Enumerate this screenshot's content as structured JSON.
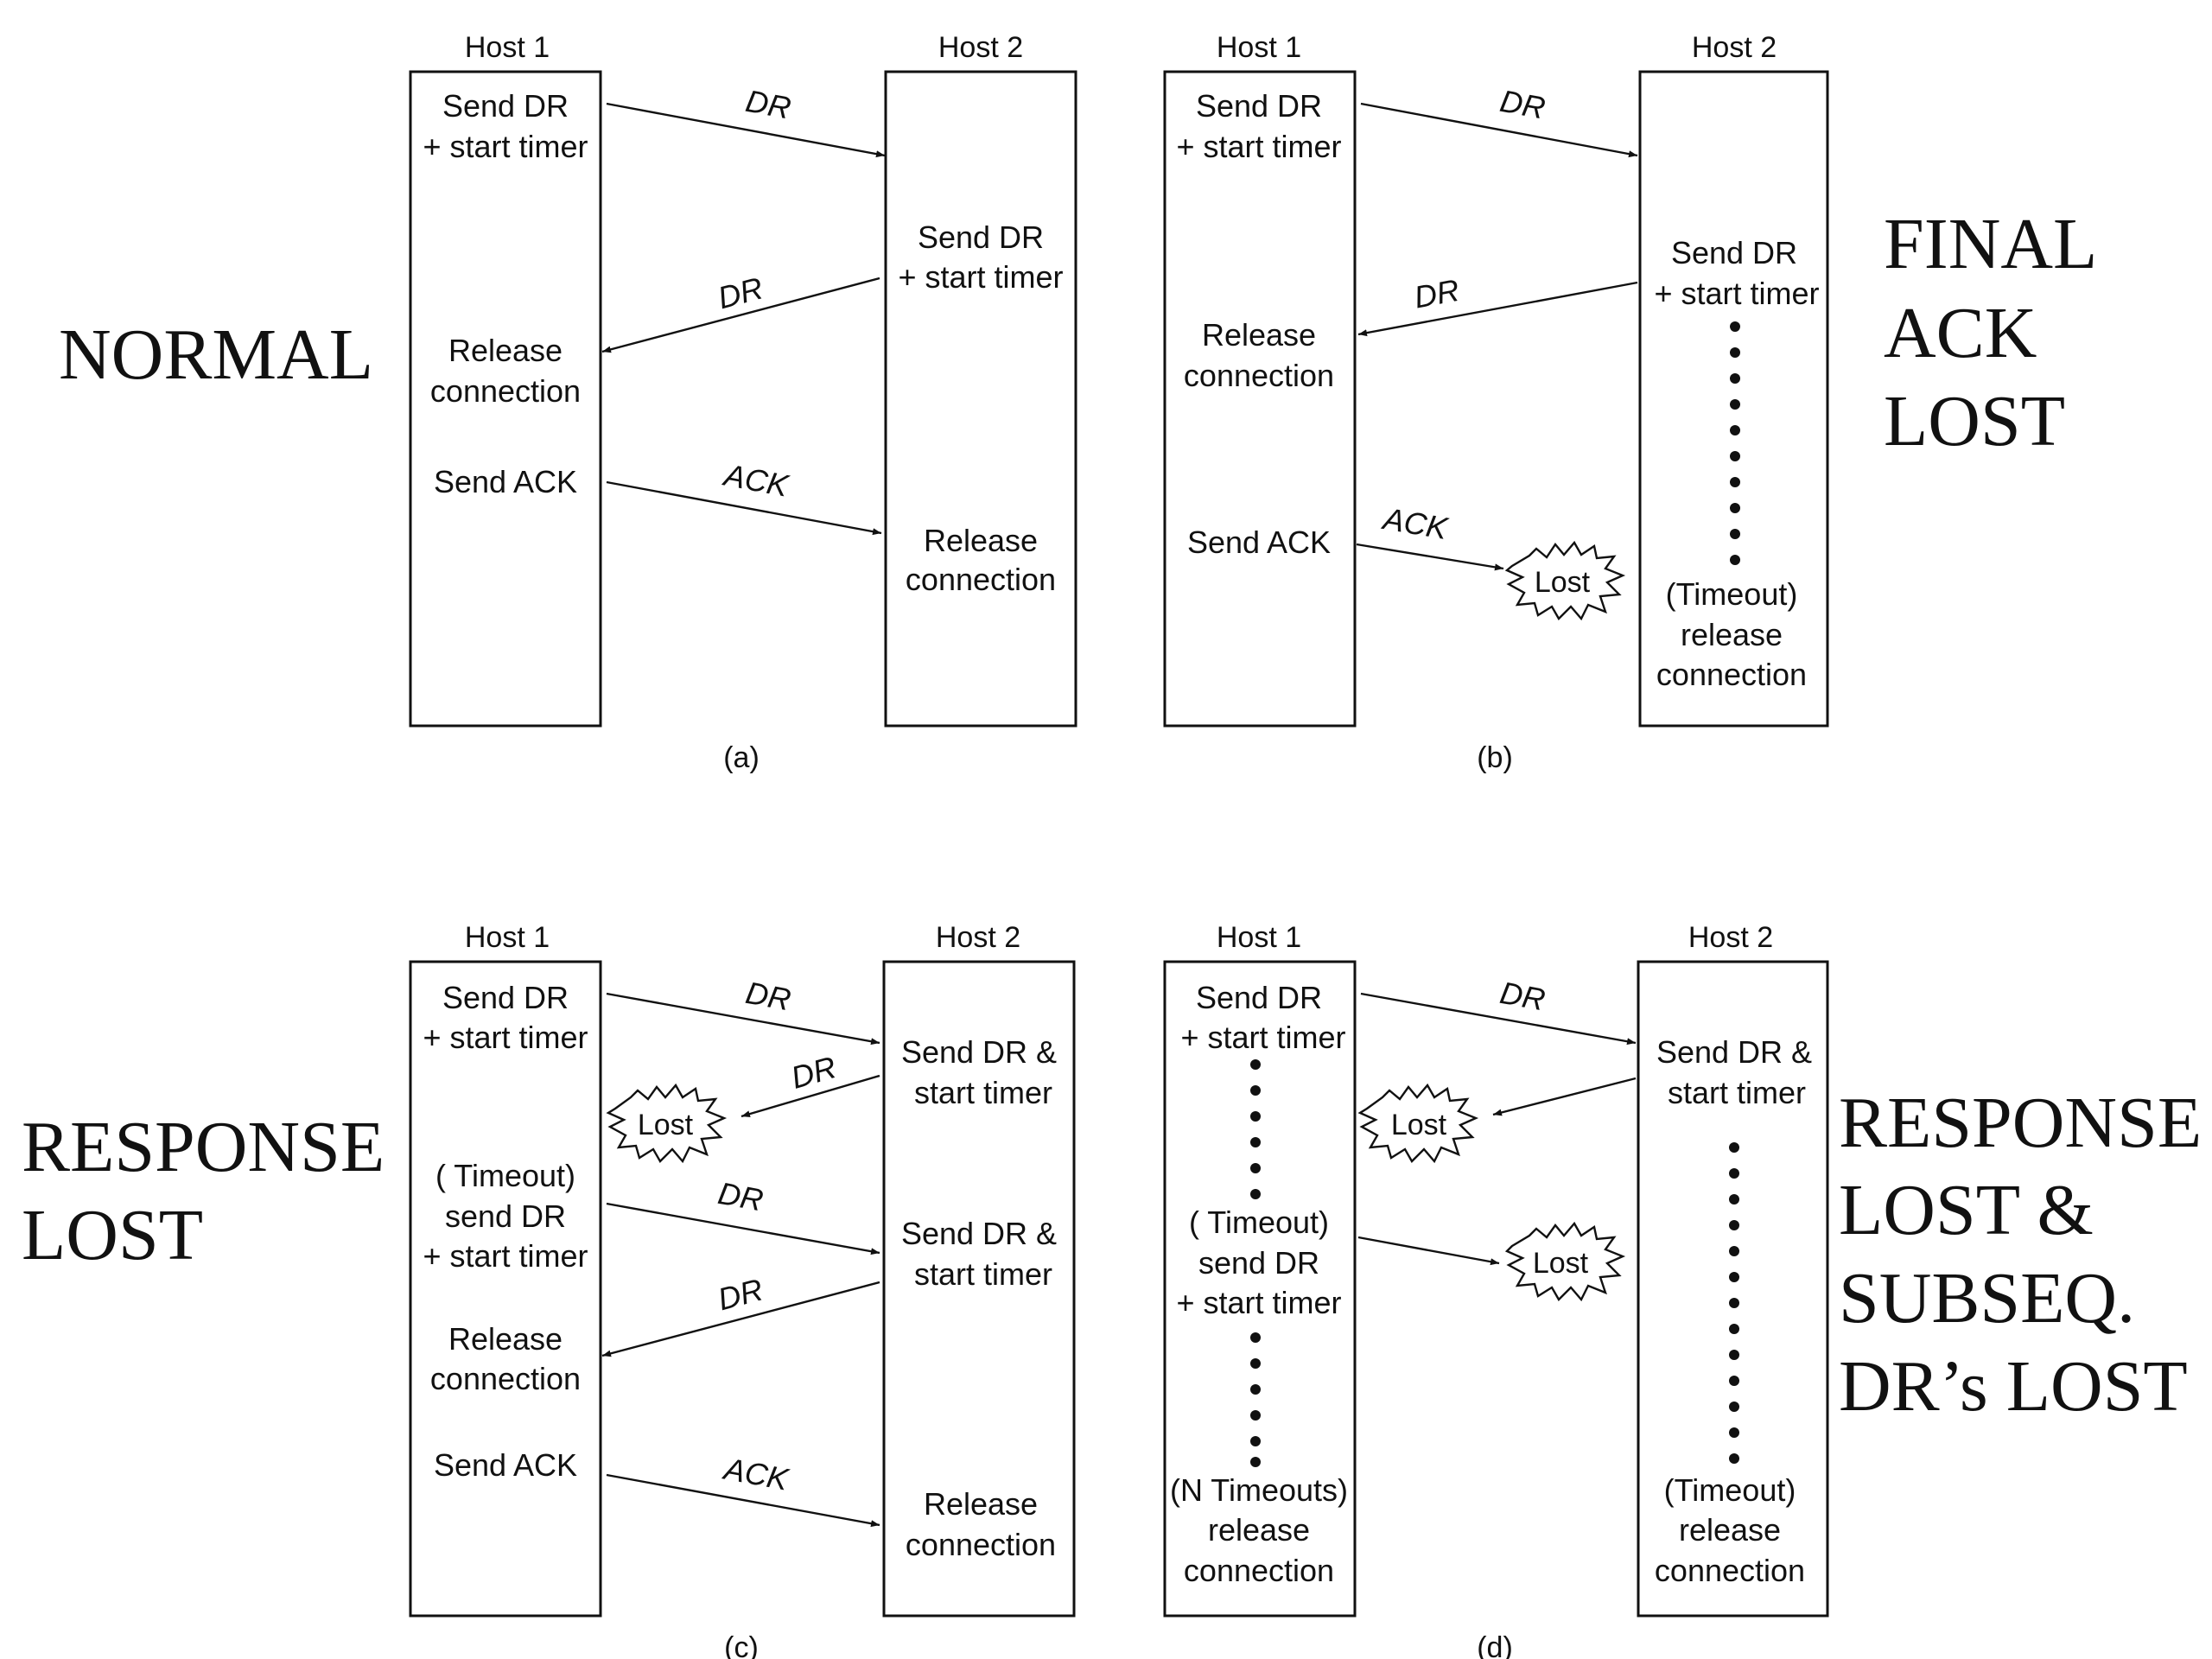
{
  "hosts": {
    "host1": "Host 1",
    "host2": "Host 2"
  },
  "side_labels": {
    "normal": [
      "NORMAL"
    ],
    "final_ack_lost": [
      "FINAL",
      "ACK",
      "LOST"
    ],
    "response_lost": [
      "RESPONSE",
      "LOST"
    ],
    "response_lost_subseq": [
      "RESPONSE",
      "LOST &",
      "SUBSEQ.",
      "DR’s LOST"
    ]
  },
  "captions": {
    "a": "(a)",
    "b": "(b)",
    "c": "(c)",
    "d": "(d)"
  },
  "messages": {
    "dr": "DR",
    "ack": "ACK",
    "lost": "Lost"
  },
  "panel_a": {
    "host1_notes": [
      [
        "Send DR",
        "+ start timer"
      ],
      [
        "Release",
        "connection"
      ],
      [
        "Send ACK"
      ]
    ],
    "host2_notes": [
      [
        "Send DR",
        "+ start timer"
      ],
      [
        "Release",
        "connection"
      ]
    ]
  },
  "panel_b": {
    "host1_notes": [
      [
        "Send DR",
        "+ start timer"
      ],
      [
        "Release",
        "connection"
      ],
      [
        "Send ACK"
      ]
    ],
    "host2_notes": [
      [
        "Send DR",
        "+ start timer"
      ],
      [
        "(Timeout)",
        "release",
        "connection"
      ]
    ]
  },
  "panel_c": {
    "host1_notes": [
      [
        "Send DR",
        "+ start timer"
      ],
      [
        "( Timeout)",
        "send DR",
        "+ start timer"
      ],
      [
        "Release",
        "connection"
      ],
      [
        "Send ACK"
      ]
    ],
    "host2_notes": [
      [
        "Send DR &",
        "start timer"
      ],
      [
        "Send DR &",
        "start timer"
      ],
      [
        "Release",
        "connection"
      ]
    ]
  },
  "panel_d": {
    "host1_notes": [
      [
        "Send DR",
        "+ start timer"
      ],
      [
        "( Timeout)",
        "send DR",
        "+ start timer"
      ],
      [
        "(N Timeouts)",
        "release",
        "connection"
      ]
    ],
    "host2_notes": [
      [
        "Send DR &",
        "start timer"
      ],
      [
        "(Timeout)",
        "release",
        "connection"
      ]
    ]
  }
}
